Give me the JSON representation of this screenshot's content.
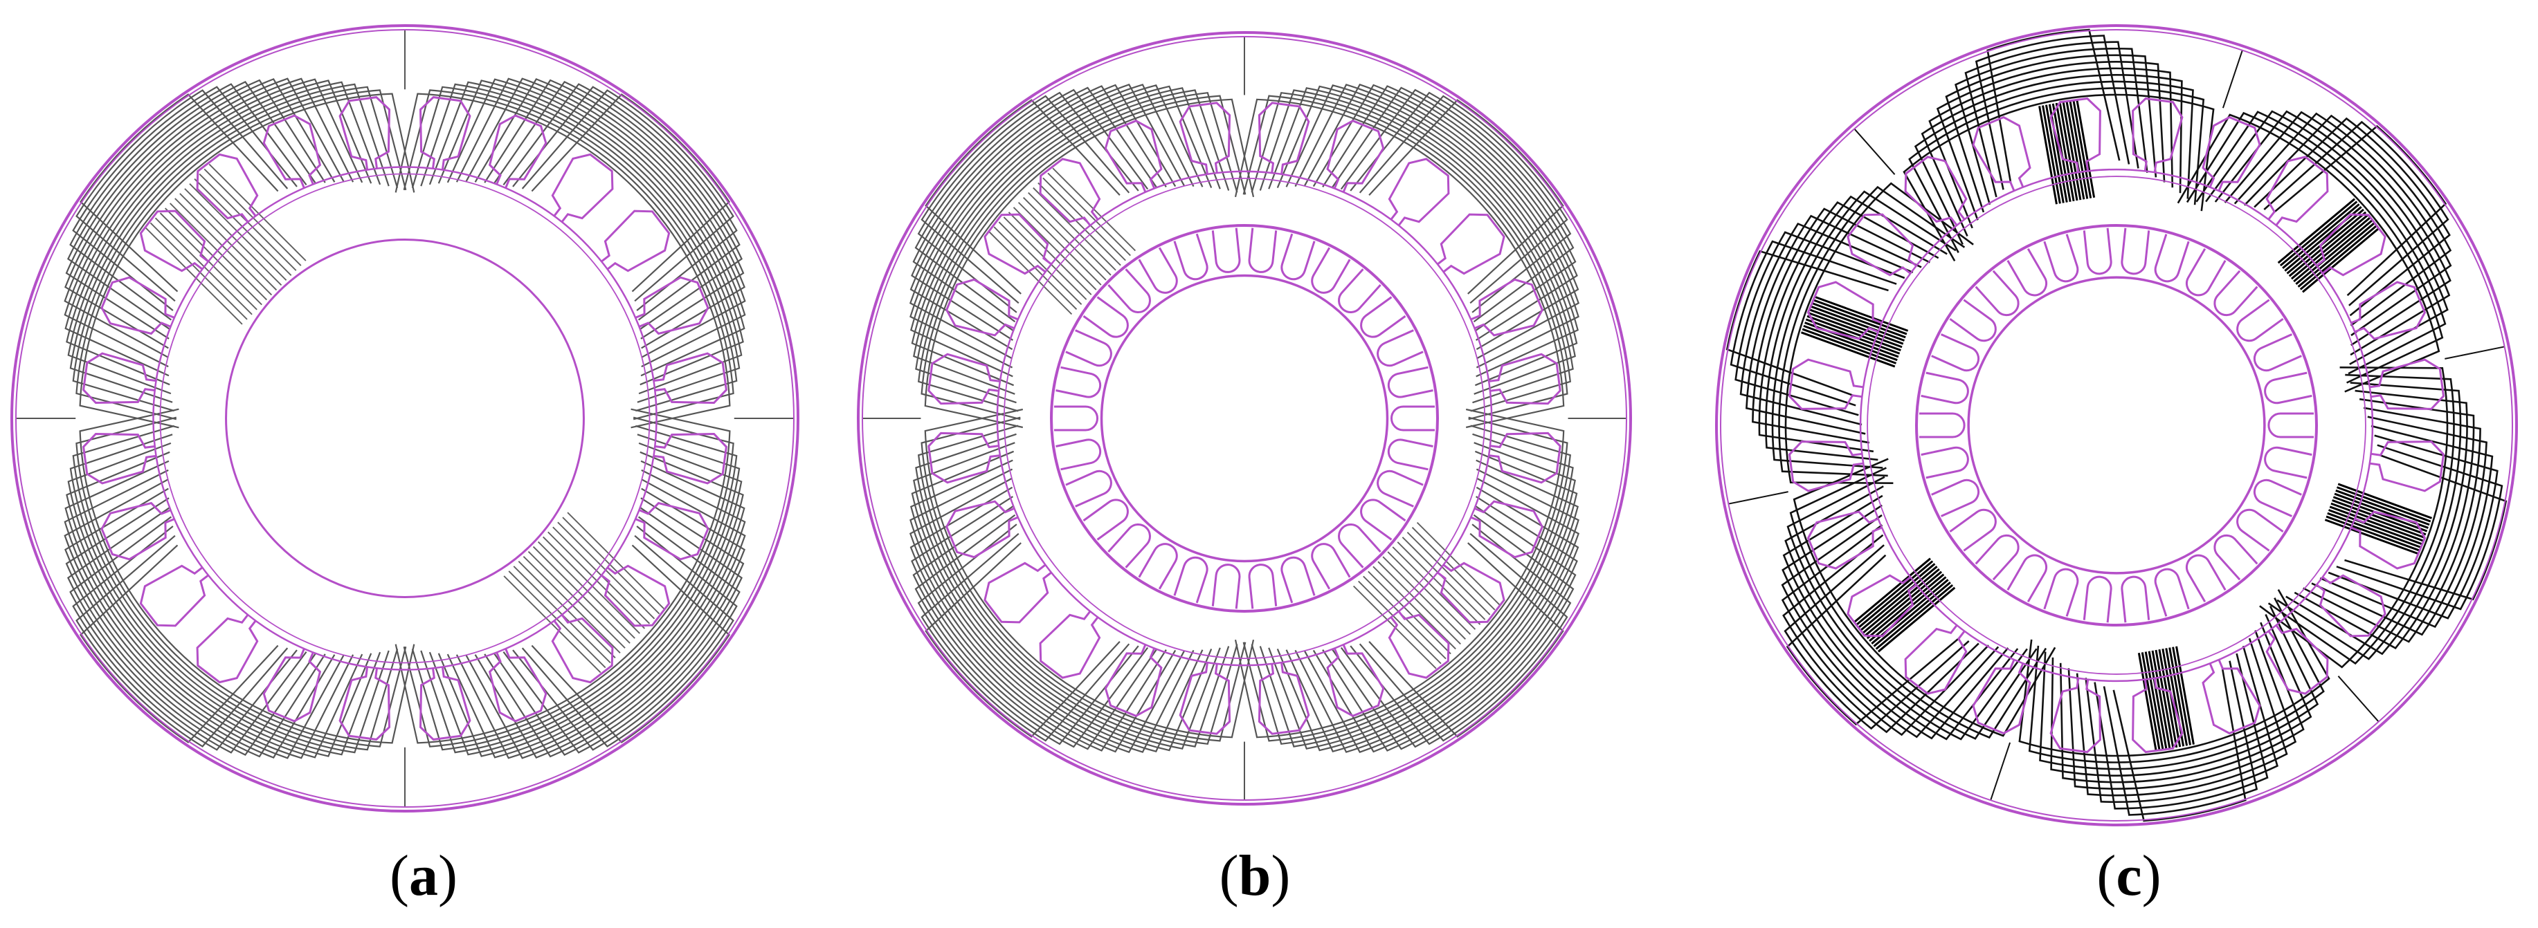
{
  "colors": {
    "outline": "#b44fc8",
    "flux_light": "#555555",
    "flux_dark": "#111111",
    "background": "#ffffff"
  },
  "panels": [
    {
      "id": "a",
      "label_open": "(",
      "label_letter": "a",
      "label_close": ")",
      "rotor": "solid",
      "poles": 4,
      "stator_slots": 24,
      "rotor_slots": 0
    },
    {
      "id": "b",
      "label_open": "(",
      "label_letter": "b",
      "label_close": ")",
      "rotor": "slotted",
      "poles": 4,
      "stator_slots": 24,
      "rotor_slots": 30
    },
    {
      "id": "c",
      "label_open": "(",
      "label_letter": "c",
      "label_close": ")",
      "rotor": "slotted",
      "poles": 6,
      "stator_slots": 24,
      "rotor_slots": 30
    }
  ]
}
